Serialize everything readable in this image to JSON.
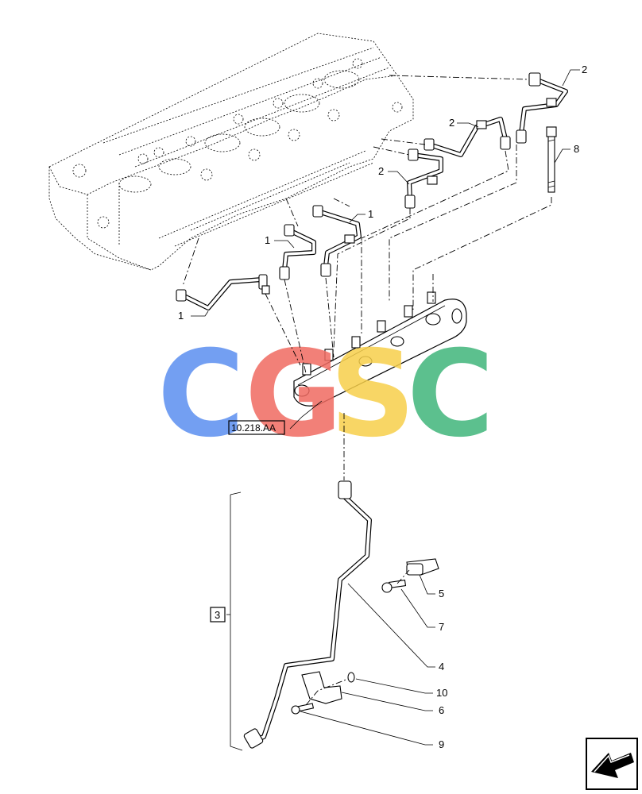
{
  "callouts": {
    "c1a": "1",
    "c1b": "1",
    "c1c": "1",
    "c2a": "2",
    "c2b": "2",
    "c2c": "2",
    "c3": "3",
    "c4": "4",
    "c5": "5",
    "c6": "6",
    "c7": "7",
    "c8": "8",
    "c9": "9",
    "c10": "10"
  },
  "reference": "10.218.AA",
  "watermark": {
    "letters": [
      "C",
      "G",
      "S",
      "C"
    ],
    "colors": [
      "#5b8ef0",
      "#f06a60",
      "#f7cf4a",
      "#3fb57a"
    ]
  },
  "nav_icon": "previous-page-arrow-icon"
}
